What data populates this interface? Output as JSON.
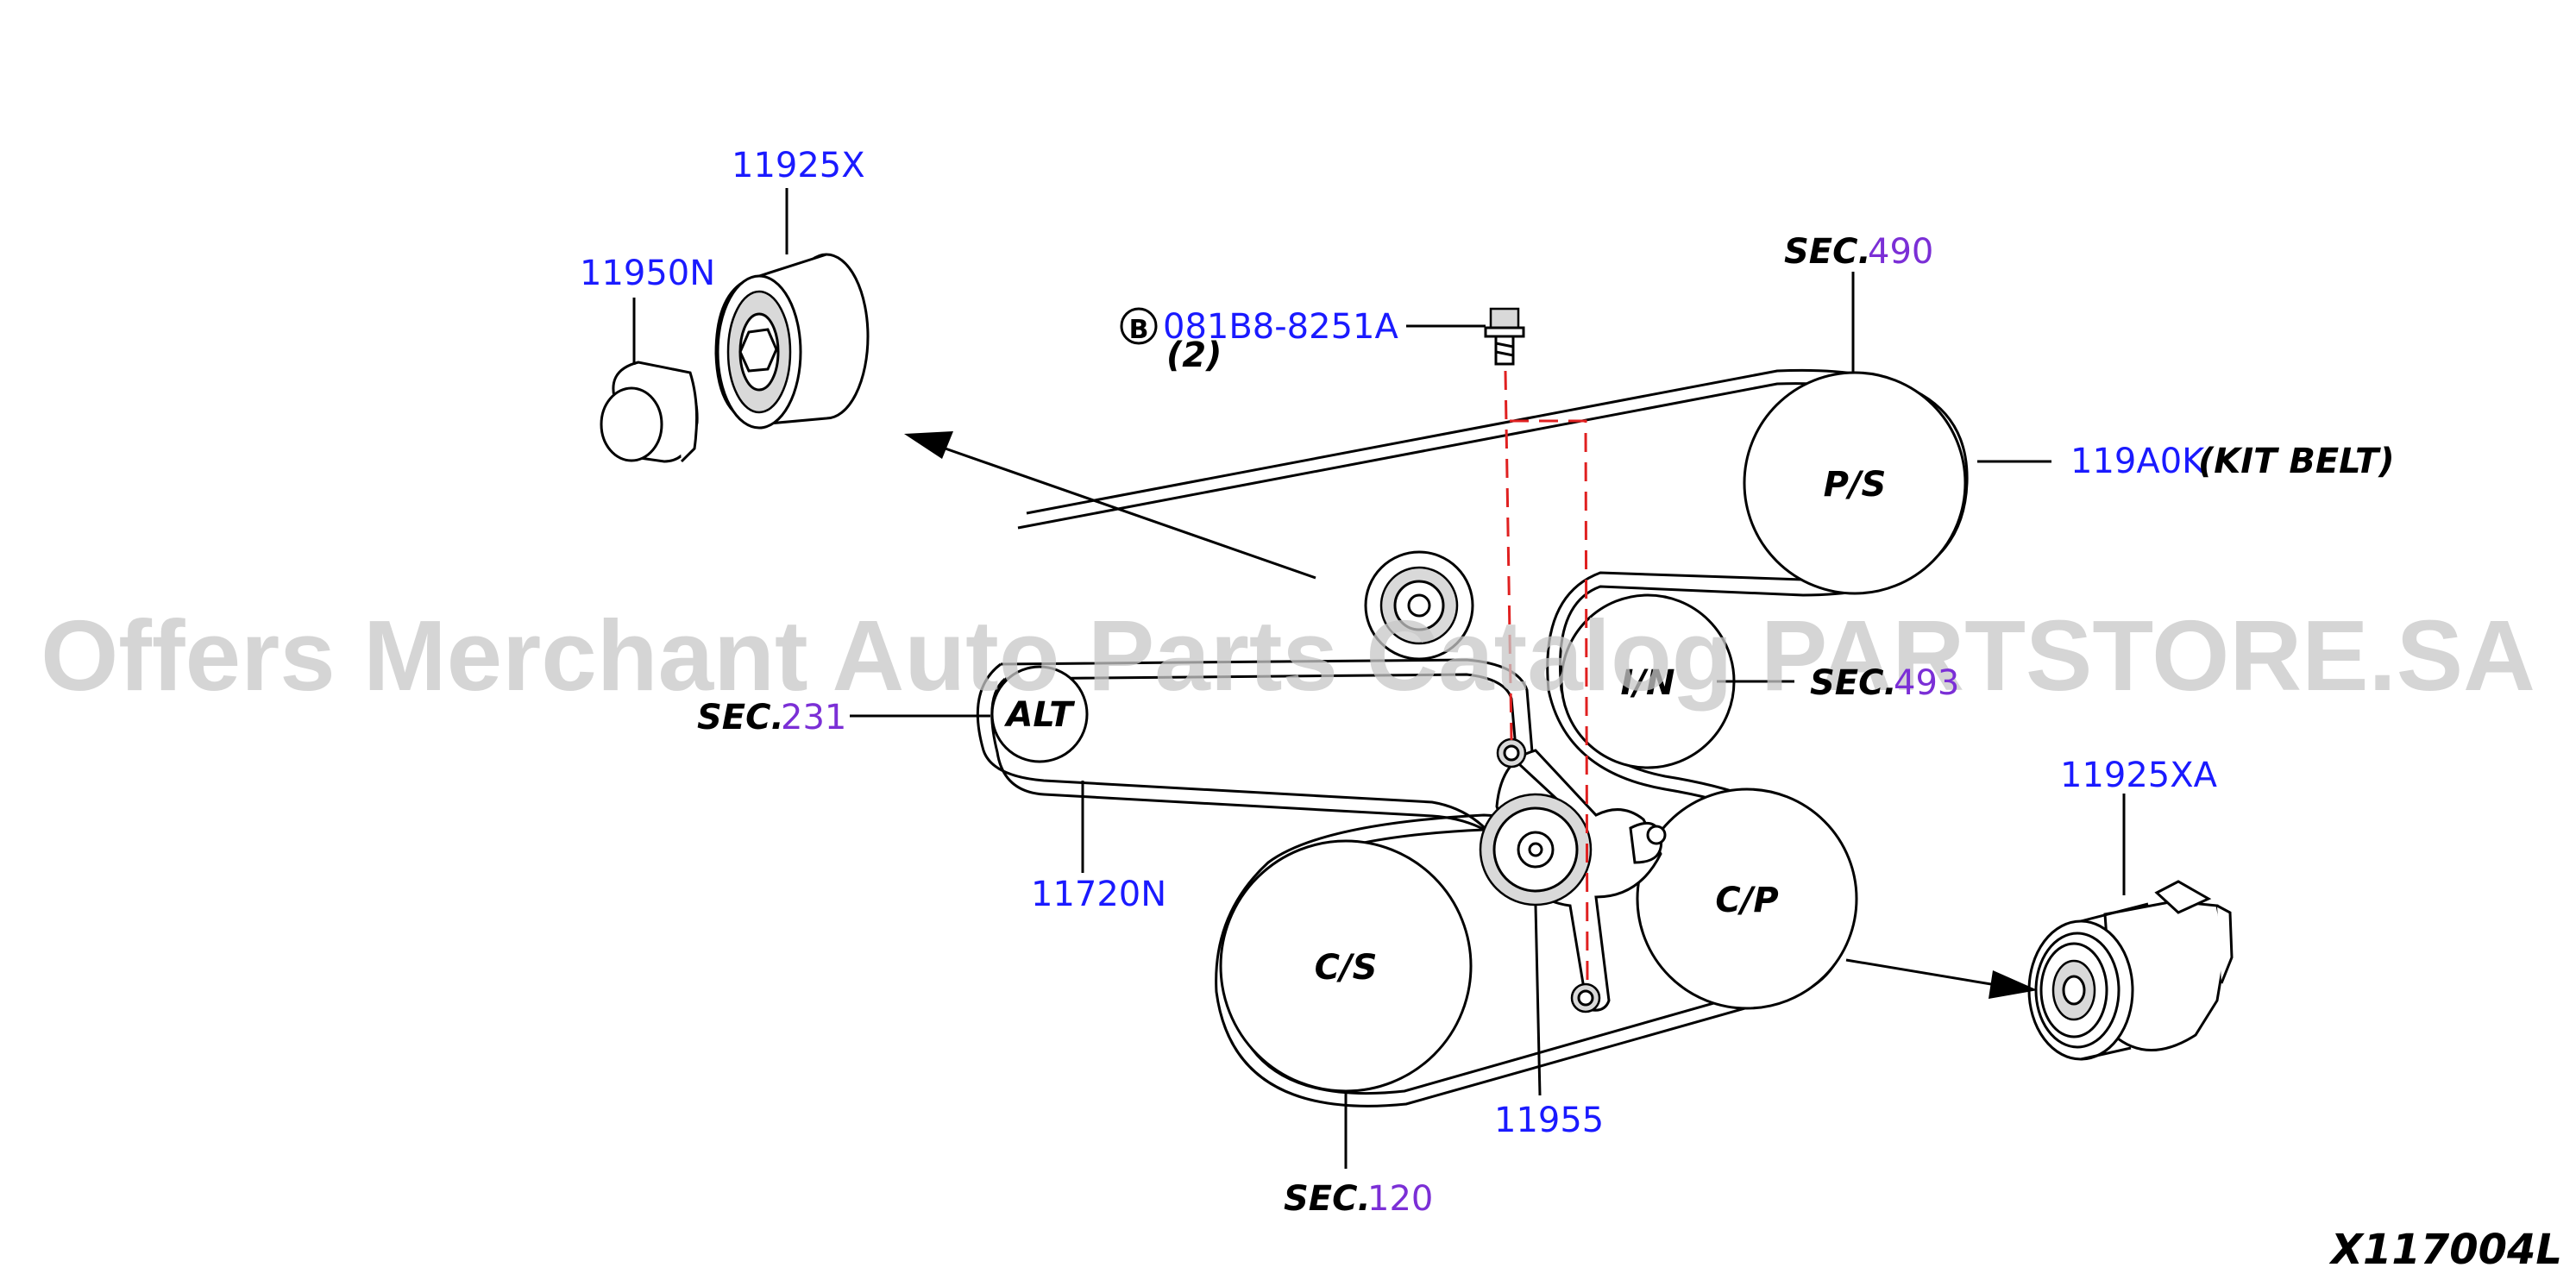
{
  "parts": {
    "p11925X": "11925X",
    "p11950N": "11950N",
    "p081B8": "081B8-8251A",
    "bolt_symbol": "B",
    "bolt_qty": "(2)",
    "p119A0K": "119A0K",
    "kit_belt": "(KIT BELT)",
    "p11720N": "11720N",
    "p11955": "11955",
    "p11925XA": "11925XA"
  },
  "sections": {
    "sec_prefix": "SEC.",
    "s490": "490",
    "s493": "493",
    "s231": "231",
    "s120": "120"
  },
  "pulleys": {
    "ps": "P/S",
    "in": "I/N",
    "alt": "ALT",
    "cp": "C/P",
    "cs": "C/S"
  },
  "watermark": "Offers Merchant Auto Parts Catalog PARTSTORE.SA",
  "diagram_code": "X117004L",
  "colors": {
    "part_number": "#1a1aff",
    "section_number": "#7b2fd6",
    "dashed_guide": "#e02020"
  }
}
